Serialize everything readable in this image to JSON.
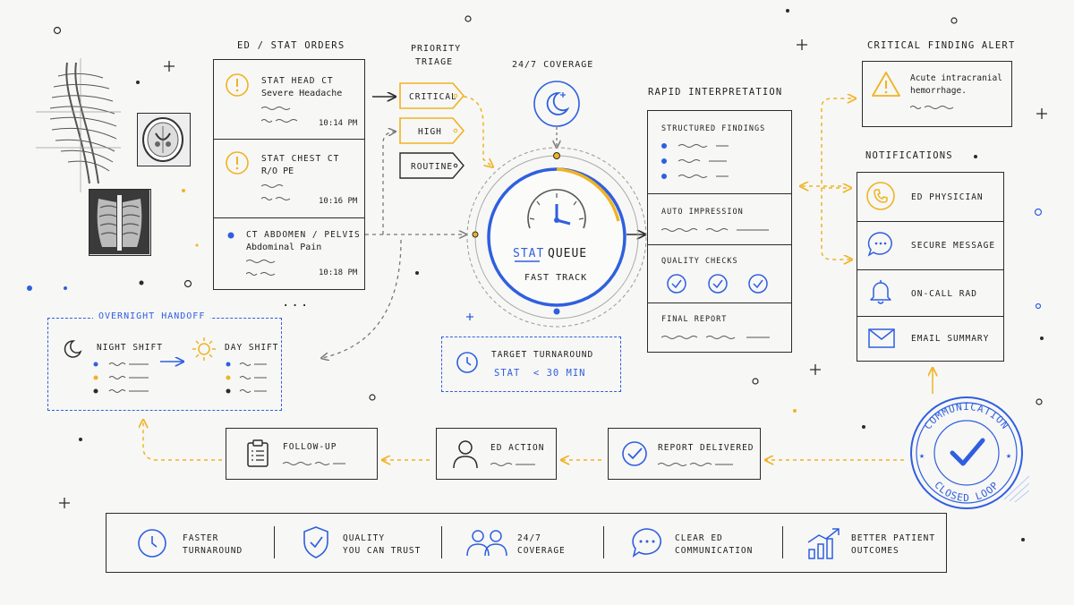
{
  "colors": {
    "blue": "#2f5fe0",
    "amber": "#f0b323",
    "ink": "#2b2b2b"
  },
  "ed_orders": {
    "title": "ED / STAT ORDERS",
    "items": [
      {
        "title": "STAT HEAD CT",
        "subtitle": "Severe Headache",
        "time": "10:14 PM",
        "icon": "alert-icon"
      },
      {
        "title": "STAT CHEST CT",
        "subtitle": "R/O PE",
        "time": "10:16 PM",
        "icon": "alert-icon"
      },
      {
        "title": "CT ABDOMEN / PELVIS",
        "subtitle": "Abdominal Pain",
        "time": "10:18 PM",
        "icon": "dot-icon"
      }
    ],
    "more": "..."
  },
  "triage": {
    "title_line1": "PRIORITY",
    "title_line2": "TRIAGE",
    "levels": [
      "CRITICAL",
      "HIGH",
      "ROUTINE"
    ]
  },
  "coverage": {
    "label": "24/7 COVERAGE"
  },
  "queue": {
    "label_stat": "STAT",
    "label_queue": "QUEUE",
    "sub": "FAST TRACK"
  },
  "target": {
    "title": "TARGET TURNAROUND",
    "value": "STAT  < 30 MIN"
  },
  "interpretation": {
    "title": "RAPID INTERPRETATION",
    "sections": [
      "STRUCTURED FINDINGS",
      "AUTO IMPRESSION",
      "QUALITY CHECKS",
      "FINAL REPORT"
    ]
  },
  "critical_alert": {
    "title": "CRITICAL FINDING ALERT",
    "text_line1": "Acute intracranial",
    "text_line2": "hemorrhage."
  },
  "notifications": {
    "title": "NOTIFICATIONS",
    "items": [
      "ED PHYSICIAN",
      "SECURE MESSAGE",
      "ON-CALL RAD",
      "EMAIL SUMMARY"
    ]
  },
  "handoff": {
    "title": "OVERNIGHT HANDOFF",
    "night": "NIGHT SHIFT",
    "day": "DAY SHIFT"
  },
  "loop": {
    "steps": [
      "FOLLOW-UP",
      "ED ACTION",
      "REPORT DELIVERED"
    ],
    "stamp_top": "COMMUNICATION",
    "stamp_bottom": "CLOSED LOOP"
  },
  "benefits": [
    {
      "line1": "FASTER",
      "line2": "TURNAROUND",
      "icon": "clock-icon"
    },
    {
      "line1": "QUALITY",
      "line2": "YOU CAN TRUST",
      "icon": "shield-check-icon"
    },
    {
      "line1": "24/7",
      "line2": "COVERAGE",
      "icon": "people-icon"
    },
    {
      "line1": "CLEAR ED",
      "line2": "COMMUNICATION",
      "icon": "chat-icon"
    },
    {
      "line1": "BETTER PATIENT",
      "line2": "OUTCOMES",
      "icon": "growth-chart-icon"
    }
  ]
}
